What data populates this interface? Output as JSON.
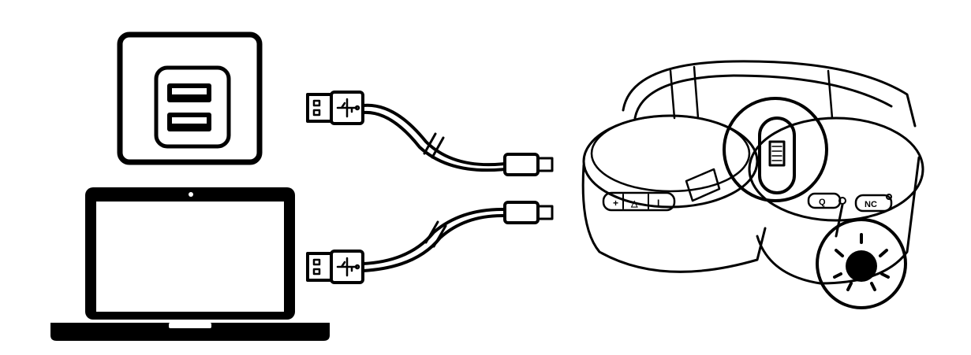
{
  "diagram": {
    "sources": [
      "wall-usb-charger",
      "laptop"
    ],
    "cable": "usb-a-to-micro-usb",
    "device": "headphones",
    "headphone_buttons": {
      "left": [
        "+",
        "△",
        "I"
      ],
      "right_q": "Q",
      "right_nc": "NC"
    },
    "colors": {
      "line": "#000000",
      "background": "#ffffff",
      "callout_fill": "#f2f2f2"
    }
  }
}
